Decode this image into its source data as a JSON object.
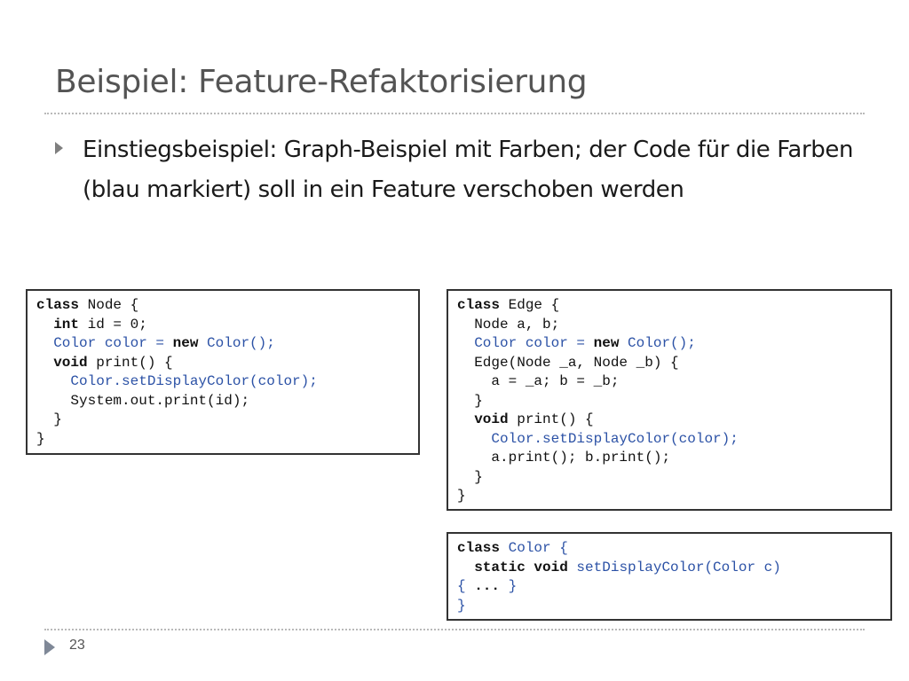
{
  "slide": {
    "title": "Beispiel: Feature-Refaktorisierung",
    "bullet": "Einstiegsbeispiel: Graph-Beispiel mit Farben; der Code für die Farben (blau markiert) soll in ein Feature verschoben werden",
    "page_number": "23"
  },
  "code": {
    "node": {
      "l1_kw": "class",
      "l1_rest": " Node {",
      "l2_kw": "int",
      "l2_rest": " id = 0;",
      "l3_a": "Color color = ",
      "l3_kw": "new",
      "l3_b": " Color();",
      "l4_kw": "void",
      "l4_rest": " print() {",
      "l5": "Color.setDisplayColor(color);",
      "l6": "System.out.print(id);",
      "l7": "}",
      "l8": "}"
    },
    "edge": {
      "l1_kw": "class",
      "l1_rest": " Edge {",
      "l2": "Node a, b;",
      "l3_a": "Color color = ",
      "l3_kw": "new",
      "l3_b": " Color();",
      "l4": "Edge(Node _a, Node _b) {",
      "l5": "a = _a; b = _b;",
      "l6": "}",
      "l7_kw": "void",
      "l7_rest": " print() {",
      "l8": "Color.setDisplayColor(color);",
      "l9": "a.print(); b.print();",
      "l10": "}",
      "l11": "}"
    },
    "color": {
      "l1_kw": "class",
      "l1_rest": " Color {",
      "l2_kw": "static void",
      "l2_rest": " setDisplayColor(Color c)",
      "l3_a": "{ ",
      "l3_kw": "...",
      "l3_b": " }",
      "l4": "}"
    }
  },
  "colors": {
    "feature_code": "#2c52a6",
    "title": "#545454",
    "body_text": "#1a1a1a"
  }
}
